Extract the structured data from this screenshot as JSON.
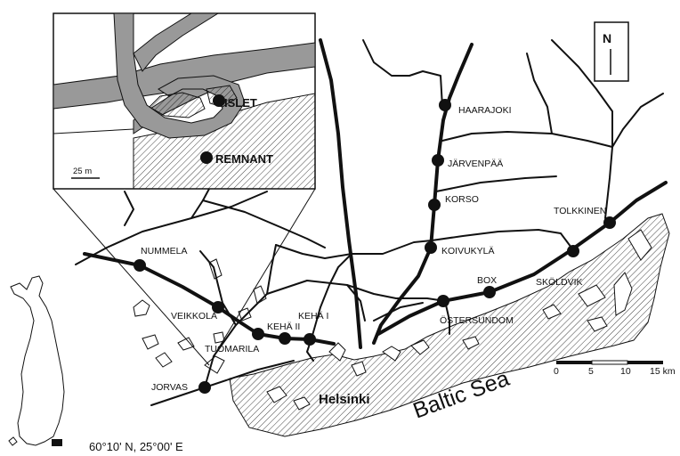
{
  "map": {
    "north_label": "N",
    "city_label": "Helsinki",
    "sea_label": "Baltic Sea",
    "coordinates": "60°10' N, 25°00' E",
    "scale": {
      "ticks": [
        "0",
        "5",
        "10",
        "15 km"
      ]
    },
    "locations": [
      {
        "id": "haarajoki",
        "label": "HAARAJOKI"
      },
      {
        "id": "jarvenpaa",
        "label": "JÄRVENPÄÄ"
      },
      {
        "id": "korso",
        "label": "KORSO"
      },
      {
        "id": "koivukyla",
        "label": "KOIVUKYLÄ"
      },
      {
        "id": "tolkkinen",
        "label": "TOLKKINEN"
      },
      {
        "id": "skoldvik",
        "label": "SKÖLDVIK"
      },
      {
        "id": "box",
        "label": "BOX"
      },
      {
        "id": "ostersundom",
        "label": "ÖSTERSUNDOM"
      },
      {
        "id": "nummela",
        "label": "NUMMELA"
      },
      {
        "id": "veikkola",
        "label": "VEIKKOLA"
      },
      {
        "id": "keha1",
        "label": "KEHÄ I"
      },
      {
        "id": "keha2",
        "label": "KEHÄ II"
      },
      {
        "id": "tuomarila",
        "label": "TUOMARILA"
      },
      {
        "id": "jorvas",
        "label": "JORVAS"
      }
    ],
    "inset": {
      "islet_label": "ISLET",
      "remnant_label": "REMNANT",
      "scale_label": "25 m"
    },
    "colors": {
      "ink": "#111111",
      "road_inset": "#999999",
      "background": "#ffffff"
    }
  }
}
